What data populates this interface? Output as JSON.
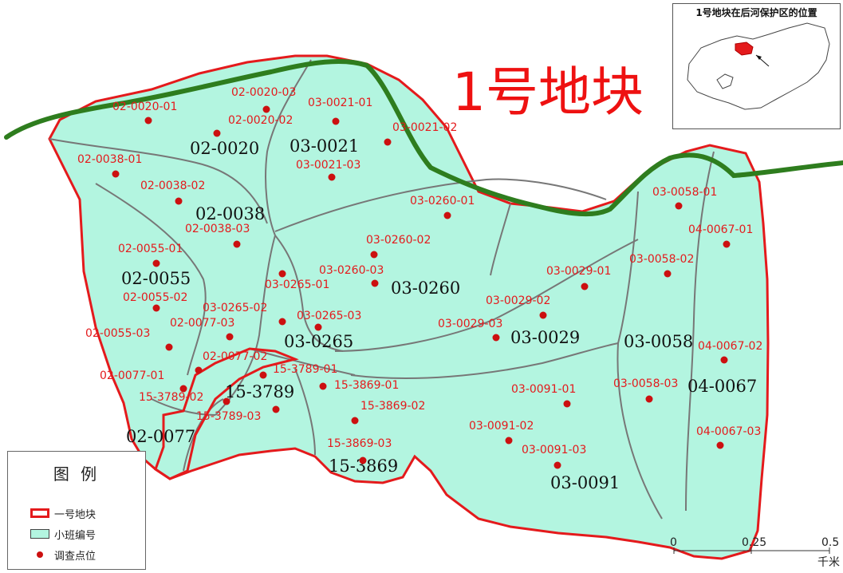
{
  "map": {
    "title": "1号地块",
    "parcels": [
      {
        "label": "02-0020",
        "fill": "#b3f5e0"
      },
      {
        "label": "03-0021"
      },
      {
        "label": "02-0038"
      },
      {
        "label": "02-0055"
      },
      {
        "label": "03-0260"
      },
      {
        "label": "03-0265"
      },
      {
        "label": "03-0029"
      },
      {
        "label": "03-0058"
      },
      {
        "label": "04-0067"
      },
      {
        "label": "15-3789"
      },
      {
        "label": "02-0077"
      },
      {
        "label": "15-3869"
      },
      {
        "label": "03-0091"
      }
    ],
    "survey_points": [
      "02-0020-01",
      "02-0020-02",
      "02-0020-03",
      "03-0021-01",
      "03-0021-02",
      "03-0021-03",
      "02-0038-01",
      "02-0038-02",
      "02-0038-03",
      "03-0260-01",
      "03-0260-02",
      "03-0260-03",
      "02-0055-01",
      "02-0055-02",
      "02-0055-03",
      "03-0265-01",
      "03-0265-02",
      "03-0265-03",
      "02-0077-01",
      "02-0077-02",
      "02-0077-03",
      "03-0029-01",
      "03-0029-02",
      "03-0029-03",
      "03-0058-01",
      "03-0058-02",
      "03-0058-03",
      "04-0067-01",
      "04-0067-02",
      "04-0067-03",
      "15-3789-01",
      "15-3789-02",
      "15-3789-03",
      "15-3869-01",
      "15-3869-02",
      "15-3869-03",
      "03-0091-01",
      "03-0091-02",
      "03-0091-03"
    ],
    "colors": {
      "boundary": "#e41a1c",
      "parcel_fill": "#b3f5e0",
      "parcel_line": "#777777",
      "river": "#2e7d1e",
      "point": "#cc1010",
      "label": "#e41a1c"
    }
  },
  "inset": {
    "title": "1号地块在后河保护区的位置"
  },
  "legend": {
    "title": "图 例",
    "items": [
      {
        "symbol": "boundary",
        "label": "一号地块"
      },
      {
        "symbol": "parcel",
        "label": "小班编号"
      },
      {
        "symbol": "point",
        "label": "调查点位"
      }
    ]
  },
  "scale_bar": {
    "ticks": [
      "0",
      "0.25",
      "0.5"
    ],
    "unit": "千米"
  }
}
